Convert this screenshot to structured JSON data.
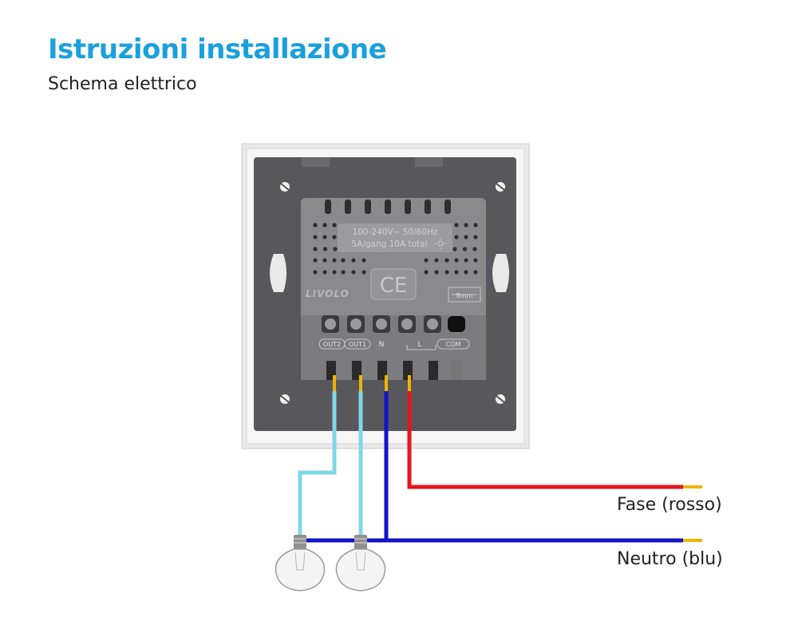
{
  "header": {
    "title": "Istruzioni installazione",
    "subtitle": "Schema elettrico"
  },
  "device": {
    "rating_line1": "100-240V~ 50/60Hz",
    "rating_line2": "5A/gang 10A total",
    "brand": "LIVOLO",
    "ce_mark": "CE",
    "strip_length": "8mm",
    "terminals": [
      "OUT2",
      "OUT1",
      "N",
      "L",
      "COM"
    ]
  },
  "wires": {
    "phase_label": "Fase (rosso)",
    "neutral_label": "Neutro (blu)"
  },
  "colors": {
    "title": "#1aa0dc",
    "phase": "#e8141b",
    "neutral": "#1414c8",
    "load": "#7fd6e8",
    "copper": "#f0b400",
    "panel": "#58585c",
    "module": "#8a8a8c"
  },
  "icons": [
    "lightbulb-icon",
    "lightbulb-icon"
  ]
}
